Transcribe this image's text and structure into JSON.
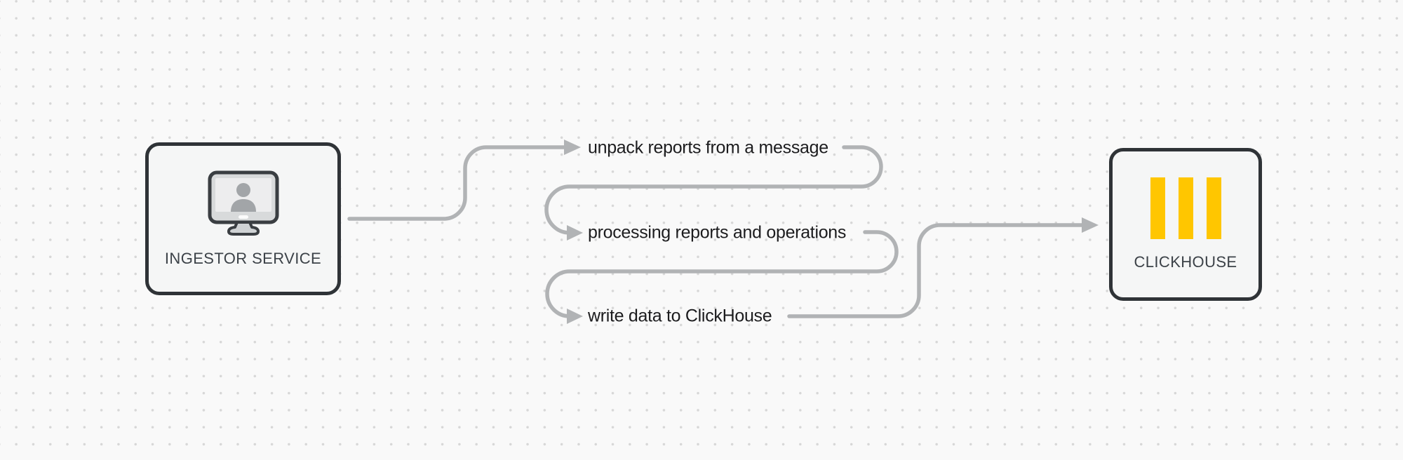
{
  "nodes": {
    "ingestor": {
      "label": "INGESTOR SERVICE",
      "icon": "monitor-user-icon"
    },
    "clickhouse": {
      "label": "CLICKHOUSE",
      "icon": "clickhouse-bars-icon"
    }
  },
  "steps": [
    {
      "label": "unpack reports from a message"
    },
    {
      "label": "processing reports and operations"
    },
    {
      "label": "write data to ClickHouse"
    }
  ],
  "flow": {
    "from": "INGESTOR SERVICE",
    "to": "CLICKHOUSE",
    "direction": "left-to-right"
  },
  "colors": {
    "background": "#f9f9f9",
    "grid_dot": "#d7d7d7",
    "connector": "#b1b3b5",
    "node_border": "#2f3337",
    "node_fill": "#f5f6f6",
    "clickhouse_yellow": "#ffc600",
    "step_text": "#1c1c1e",
    "node_label": "#3c4248"
  }
}
